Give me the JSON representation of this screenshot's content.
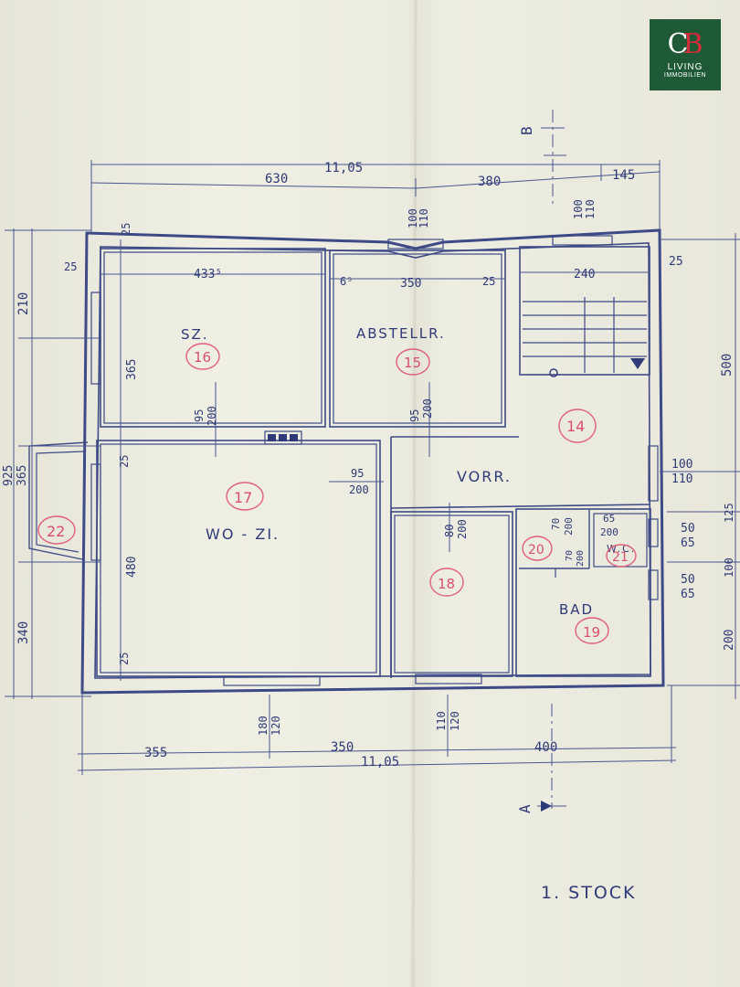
{
  "logo": {
    "mark_c": "C",
    "mark_b": "B",
    "line1": "LIVING",
    "line2": "IMMOBILIEN",
    "bg": "#1f5a36",
    "accent": "#d52b3a"
  },
  "plan": {
    "floor_label": "1. STOCK",
    "section_top": "B",
    "section_bottom": "A",
    "rooms": [
      {
        "name": "SZ.",
        "number": "16"
      },
      {
        "name": "ABSTELLR.",
        "number": "15"
      },
      {
        "name": "VORR.",
        "number": "14"
      },
      {
        "name": "WO - ZI.",
        "number": "17"
      },
      {
        "name": "",
        "number": "18"
      },
      {
        "name": "",
        "number": "20"
      },
      {
        "name": "W.C.",
        "number": "21"
      },
      {
        "name": "BAD",
        "number": "19"
      },
      {
        "name": "",
        "number": "22"
      }
    ],
    "dims_top": {
      "total": "11,05",
      "left": "630",
      "right_a": "380",
      "right_b": "145"
    },
    "dims_bottom": {
      "a": "355",
      "b": "350",
      "c": "400",
      "total": "11,05"
    },
    "dims_left": {
      "a": "210",
      "b": "365",
      "total": "925",
      "c": "365",
      "d": "340"
    },
    "dims_right": {
      "a": "25",
      "b": "500",
      "c": "100",
      "d": "110",
      "e": "125",
      "f": "100",
      "g": "200"
    },
    "inner": {
      "d25a": "25",
      "d25b": "25",
      "d4335": "433⁵",
      "d65": "6⁵",
      "d350": "350",
      "d25c": "25",
      "d240": "240",
      "d365": "365",
      "d480": "480",
      "d25d": "25",
      "d25e": "25",
      "w100": "100",
      "w110": "110",
      "w100b": "100",
      "w110b": "110",
      "d95a": "95",
      "d200a": "200",
      "d95b": "95",
      "d200b": "200",
      "d95c": "95",
      "d200c": "200",
      "d80": "80",
      "d200d": "200",
      "d70": "70",
      "d200e": "200",
      "d70b": "70",
      "d200f": "200",
      "d65b": "65",
      "d200g": "200",
      "d50a": "50",
      "d65c": "65",
      "d50b": "50",
      "d65d": "65",
      "d180": "180",
      "d120": "120",
      "d110": "110",
      "d120b": "120"
    }
  }
}
